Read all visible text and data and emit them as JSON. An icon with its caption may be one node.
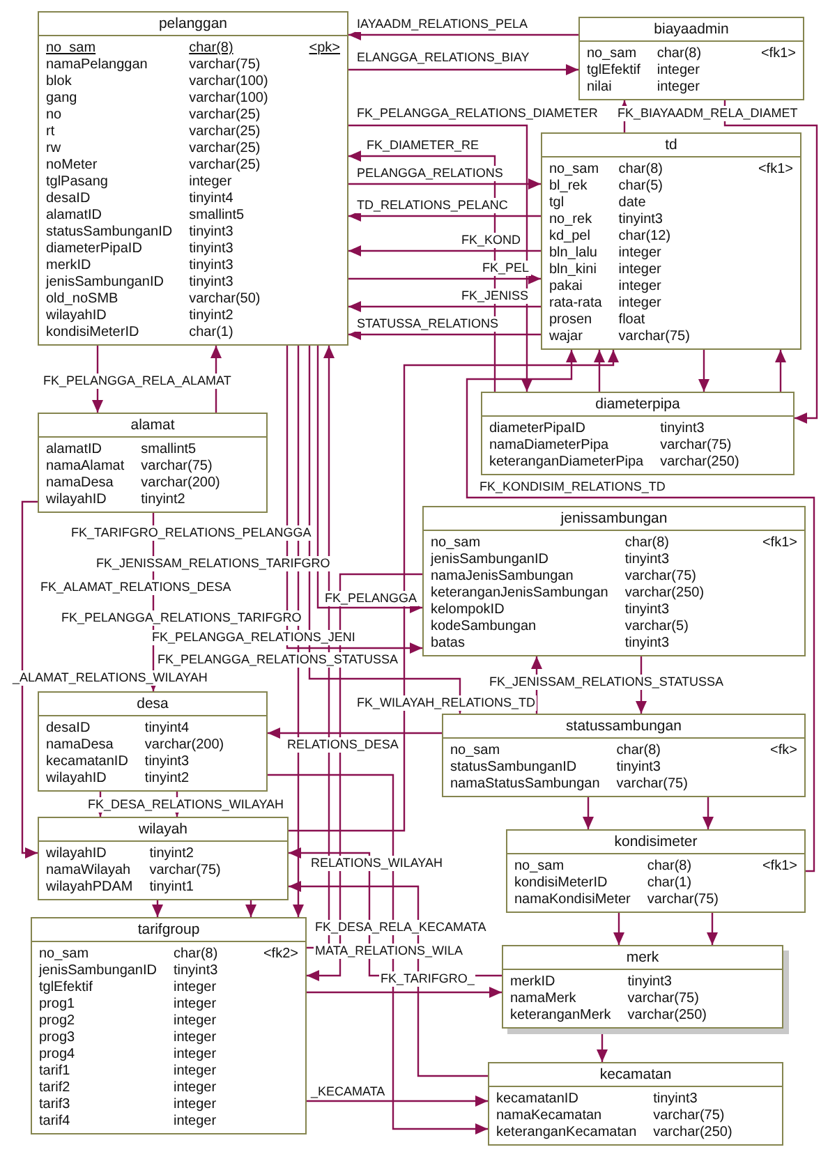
{
  "diagram": {
    "nodes": [
      {
        "text": [
          "pelanggan",
          "no_sam",
          "char(8)",
          "<pk>",
          "namaPelanggan",
          "varchar(75)",
          "blok",
          "varchar(100)",
          "gang",
          "varchar(100)",
          "no",
          "varchar(25)",
          "rt",
          "varchar(25)",
          "rw",
          "varchar(25)",
          "noMeter",
          "varchar(25)",
          "tglPasang",
          "integer",
          "desaID",
          "tinyint4",
          "alamatID",
          "smallint5",
          "statusSambunganID",
          "tinyint3",
          "diameterPipaID",
          "tinyint3",
          "merkID",
          "tinyint3",
          "jenisSambunganID",
          "tinyint3",
          "old_noSMB",
          "varchar(50)",
          "wilayahID",
          "tinyint2",
          "kondisiMeterID",
          "char(1)"
        ]
      },
      {
        "text": [
          "biayaadmin",
          "no_sam",
          "char(8)",
          "<fk1>",
          "tglEfektif",
          "integer",
          "nilai",
          "integer"
        ]
      },
      {
        "text": [
          "td",
          "no_sam",
          "char(8)",
          "<fk1>",
          "bl_rek",
          "char(5)",
          "tgl",
          "date",
          "no_rek",
          "tinyint3",
          "kd_pel",
          "char(12)",
          "bln_lalu",
          "integer",
          "bln_kini",
          "integer",
          "pakai",
          "integer",
          "rata-rata",
          "integer",
          "prosen",
          "float",
          "wajar",
          "varchar(75)"
        ]
      },
      {
        "text": [
          "diameterpipa",
          "diameterPipaID",
          "tinyint3",
          "namaDiameterPipa",
          "varchar(75)",
          "keteranganDiameterPipa",
          "varchar(250)"
        ]
      },
      {
        "text": [
          "alamat",
          "alamatID",
          "smallint5",
          "namaAlamat",
          "varchar(75)",
          "namaDesa",
          "varchar(200)",
          "wilayahID",
          "tinyint2"
        ]
      },
      {
        "text": [
          "jenissambungan",
          "no_sam",
          "char(8)",
          "<fk1>",
          "jenisSambunganID",
          "tinyint3",
          "namaJenisSambungan",
          "varchar(75)",
          "keteranganJenisSambungan",
          "varchar(250)",
          "kelompokID",
          "tinyint3",
          "kodeSambungan",
          "varchar(5)",
          "batas",
          "tinyint3"
        ]
      },
      {
        "text": [
          "desa",
          "desaID",
          "tinyint4",
          "namaDesa",
          "varchar(200)",
          "kecamatanID",
          "tinyint3",
          "wilayahID",
          "tinyint2"
        ]
      },
      {
        "text": [
          "statussambungan",
          "no_sam",
          "char(8)",
          "<fk>",
          "statusSambunganID",
          "tinyint3",
          "namaStatusSambungan",
          "varchar(75)"
        ]
      },
      {
        "text": [
          "wilayah",
          "wilayahID",
          "tinyint2",
          "namaWilayah",
          "varchar(75)",
          "wilayahPDAM",
          "tinyint1"
        ]
      },
      {
        "text": [
          "kondisimeter",
          "no_sam",
          "char(8)",
          "<fk1>",
          "kondisiMeterID",
          "char(1)",
          "namaKondisiMeter",
          "varchar(75)"
        ]
      },
      {
        "text": [
          "tarifgroup",
          "no_sam",
          "char(8)",
          "<fk2>",
          "jenisSambunganID",
          "tinyint3",
          "tglEfektif",
          "integer",
          "prog1",
          "integer",
          "prog2",
          "integer",
          "prog3",
          "integer",
          "prog4",
          "integer",
          "tarif1",
          "integer",
          "tarif2",
          "integer",
          "tarif3",
          "integer",
          "tarif4",
          "integer"
        ]
      },
      {
        "text": [
          "merk",
          "merkID",
          "tinyint3",
          "namaMerk",
          "varchar(75)",
          "keteranganMerk",
          "varchar(250)"
        ]
      },
      {
        "text": [
          "kecamatan",
          "kecamatanID",
          "tinyint3",
          "namaKecamatan",
          "varchar(75)",
          "keteranganKecamatan",
          "varchar(250)"
        ]
      }
    ],
    "edges": [
      {
        "from": 1,
        "to": 0,
        "arrow": "to",
        "label": "IAYAADM_RELATIONS_PELA"
      },
      {
        "from": 0,
        "to": 1,
        "arrow": "to",
        "label": "ELANGGA_RELATIONS_BIAY"
      },
      {
        "from": 0,
        "to": 3,
        "arrow": "to",
        "label": "FK_PELANGGA_RELATIONS_DIAMETER"
      },
      {
        "from": 1,
        "to": 3,
        "arrow": "to",
        "label": "FK_BIAYAADM_RELA_DIAMET"
      },
      {
        "from": 2,
        "to": 1,
        "arrow": "to"
      },
      {
        "from": 3,
        "to": 0,
        "arrow": "to",
        "label": "FK_DIAMETER_RE"
      },
      {
        "from": 0,
        "to": 2,
        "arrow": "to",
        "label": "PELANGGA_RELATIONS"
      },
      {
        "from": 2,
        "to": 0,
        "arrow": "to",
        "label": "TD_RELATIONS_PELANC"
      },
      {
        "from": 2,
        "to": 0,
        "arrow": "to",
        "label": "FK_KOND"
      },
      {
        "from": 0,
        "to": 2,
        "arrow": "to",
        "label": "FK_PEL"
      },
      {
        "from": 2,
        "to": 0,
        "arrow": "to",
        "label": "FK_JENISS"
      },
      {
        "from": 2,
        "to": 0,
        "arrow": "to",
        "label": "STATUSSA_RELATIONS"
      },
      {
        "from": 0,
        "to": 4,
        "arrow": "to",
        "label": "FK_PELANGGA_RELA_ALAMAT"
      },
      {
        "from": 4,
        "to": 0,
        "arrow": "to"
      },
      {
        "from": 10,
        "to": 0,
        "arrow": "to",
        "label": "FK_TARIFGRO_RELATIONS_PELANGGA"
      },
      {
        "from": 5,
        "to": 10,
        "arrow": "to",
        "label": "FK_JENISSAM_RELATIONS_TARIFGRO"
      },
      {
        "from": 4,
        "to": 6,
        "arrow": "to",
        "label": "FK_ALAMAT_RELATIONS_DESA"
      },
      {
        "from": 0,
        "to": 5,
        "arrow": "to",
        "label": "FK_PELANGGA"
      },
      {
        "from": 0,
        "to": 10,
        "arrow": "to",
        "label": "FK_PELANGGA_RELATIONS_TARIFGRO"
      },
      {
        "from": 0,
        "to": 5,
        "arrow": "to",
        "label": "FK_PELANGGA_RELATIONS_JENI"
      },
      {
        "from": 0,
        "to": 7,
        "arrow": "to",
        "label": "FK_PELANGGA_RELATIONS_STATUSSA"
      },
      {
        "from": 4,
        "to": 8,
        "arrow": "to",
        "label": "_ALAMAT_RELATIONS_WILAYAH"
      },
      {
        "from": 5,
        "to": 7,
        "arrow": "to",
        "label": "FK_JENISSAM_RELATIONS_STATUSSA"
      },
      {
        "from": 8,
        "to": 2,
        "arrow": "to",
        "label": "FK_WILAYAH_RELATIONS_TD"
      },
      {
        "from": 7,
        "to": 6,
        "arrow": "to",
        "label": "RELATIONS_DESA"
      },
      {
        "from": 6,
        "to": 8,
        "arrow": "to",
        "label": "FK_DESA_RELATIONS_WILAYAH"
      },
      {
        "from": 6,
        "to": 8,
        "arrow": "to"
      },
      {
        "from": 11,
        "to": 8,
        "arrow": "to",
        "label": "RELATIONS_WILAYAH"
      },
      {
        "from": 6,
        "to": 12,
        "arrow": "to",
        "label": "FK_DESA_RELA_KECAMATA"
      },
      {
        "from": 10,
        "to": 12,
        "arrow": "to",
        "label": "_KECAMATA"
      },
      {
        "from": 12,
        "to": 8,
        "arrow": "to",
        "label": "MATA_RELATIONS_WILA"
      },
      {
        "from": 10,
        "to": 11,
        "arrow": "to",
        "label": "FK_TARIFGRO_"
      },
      {
        "from": 9,
        "to": 2,
        "arrow": "to",
        "label": "FK_KONDISIM_RELATIONS_TD"
      },
      {
        "from": 3,
        "to": 2,
        "arrow": "to"
      },
      {
        "from": 2,
        "to": 3,
        "arrow": "to"
      },
      {
        "from": 3,
        "to": 2,
        "arrow": "to"
      },
      {
        "from": 7,
        "to": 5,
        "arrow": "to"
      },
      {
        "from": 7,
        "to": 9,
        "arrow": "to"
      },
      {
        "from": 7,
        "to": 9,
        "arrow": "to"
      },
      {
        "from": 9,
        "to": 11,
        "arrow": "to"
      },
      {
        "from": 9,
        "to": 11,
        "arrow": "to"
      },
      {
        "from": 11,
        "to": 12,
        "arrow": "to"
      },
      {
        "from": 8,
        "to": 10,
        "arrow": "to"
      },
      {
        "from": 8,
        "to": 10,
        "arrow": "to"
      }
    ]
  }
}
